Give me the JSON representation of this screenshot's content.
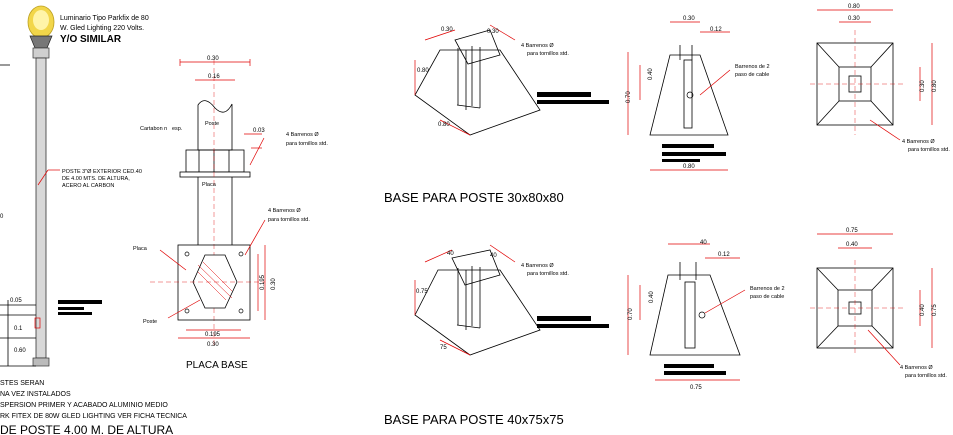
{
  "header": {
    "luminaire_line1": "Luminario Tipo Parkfix de 80",
    "luminaire_line2": "W. Gled Lighting 220 Volts.",
    "similar": "Y/O SIMILAR"
  },
  "pole": {
    "label_line1": "POSTE 3\"Ø EXTERIOR CED.40",
    "label_line2": "DE 4.00 MTS. DE ALTURA,",
    "label_line3": "ACERO AL CARBON",
    "dim_005": "0.05",
    "dim_01": "0.1",
    "dim_060": "0.60",
    "left_dim": "0"
  },
  "plate_detail": {
    "cap_label": "Cartabon n",
    "esp_label": "esp.",
    "poste_label": "Poste",
    "placa_label": "Placa",
    "poste_bottom": "Poste",
    "dim_030": "0.30",
    "dim_016": "0.16",
    "dim_003": "0.03",
    "dim_0195": "0.195",
    "dim_030b": "0.30",
    "dim_0195v": "0.195",
    "dim_030v": "0.30",
    "barrenos1": "4 Barrenos Ø",
    "barrenos1b": "para tornillos std.",
    "barrenos2": "4 Barrenos Ø",
    "barrenos2b": "para tornillos std.",
    "title": "PLACA BASE"
  },
  "notes": {
    "line1": "STES SERAN",
    "line2": "NA VEZ INSTALADOS",
    "line3": "SPERSION PRIMER Y ACABADO ALUMINIO MEDIO",
    "line4": "RK FITEX DE 80W GLED LIGHTING VER FICHA TECNICA",
    "bottom": "DE POSTE 4.00 M. DE ALTURA"
  },
  "base1": {
    "title": "BASE PARA POSTE 30x80x80",
    "iso_030a": "0.30",
    "iso_030b": "0.30",
    "iso_080a": "0.80",
    "iso_080b": "0.80",
    "barrenos": "4 Barrenos Ø",
    "barrenos_b": "para tornillos std.",
    "side_030": "0.30",
    "side_012": "0.12",
    "side_070": "0.70",
    "side_040": "0.40",
    "side_080": "0.80",
    "cable": "Barrenos de 2",
    "cable_b": "paso de cable",
    "plan_080": "0.80",
    "plan_030": "0.30",
    "plan_v1": "0.30",
    "plan_v2": "0.80",
    "plan_barrenos": "4 Barrenos Ø",
    "plan_barrenos_b": "para tornillos std."
  },
  "base2": {
    "title": "BASE PARA POSTE 40x75x75",
    "iso_040a": "40",
    "iso_040b": "40",
    "iso_075a": "0.75",
    "iso_075b": "75",
    "barrenos": "4 Barrenos Ø",
    "barrenos_b": "para tornillos std.",
    "side_040": "40",
    "side_012": "0.12",
    "side_070": "0.70",
    "side_040v": "0.40",
    "side_075": "0.75",
    "cable": "Barrenos de 2",
    "cable_b": "paso de cable",
    "plan_075": "0.75",
    "plan_040": "0.40",
    "plan_v1": "0.40",
    "plan_v2": "0.75",
    "plan_barrenos": "4 Barrenos Ø",
    "plan_barrenos_b": "para tornillos std."
  }
}
